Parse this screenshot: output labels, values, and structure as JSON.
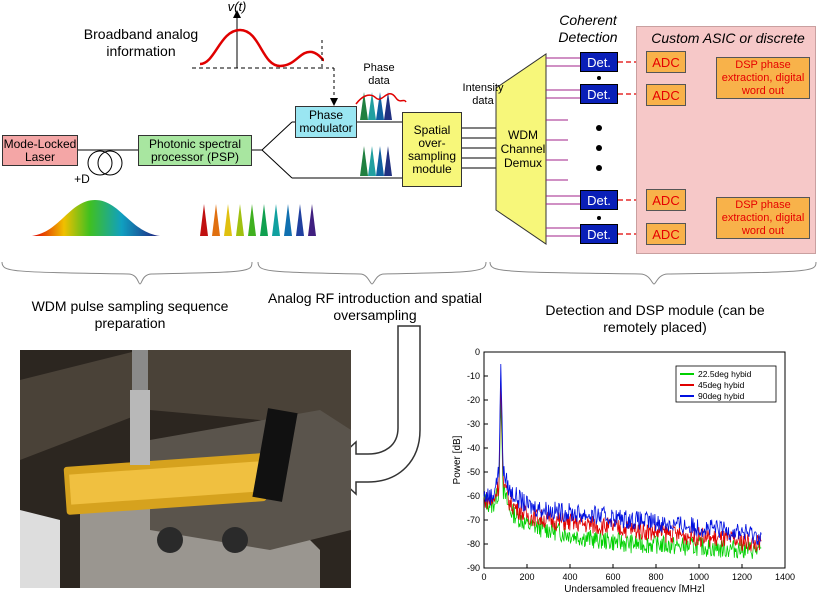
{
  "diagram": {
    "vt_label": "v(t)",
    "broadband_label": "Broadband analog information",
    "phase_data_label": "Phase data",
    "intensity_data_label": "Intensity data",
    "mll_label": "Mode-Locked Laser",
    "plus_d_label": "+D",
    "psp_label": "Photonic spectral processor (PSP)",
    "phase_modulator_label": "Phase modulator",
    "sos_label": "Spatial over-sampling module",
    "wdm_label": "WDM Channel Demux",
    "coherent_label": "Coherent Detection",
    "asic_label": "Custom ASIC or discrete",
    "det_label": "Det.",
    "adc_label": "ADC",
    "dsp_label": "DSP phase extraction, digital word out",
    "section1": "WDM pulse sampling sequence preparation",
    "section2": "Analog RF introduction and spatial oversampling",
    "section3": "Detection and DSP module (can be remotely placed)"
  },
  "chart_data": {
    "type": "line",
    "xlabel": "Undersampled frequency [MHz]",
    "ylabel": "Power [dB]",
    "xlim": [
      0,
      1400
    ],
    "ylim": [
      -90,
      0
    ],
    "xticks": [
      0,
      200,
      400,
      600,
      800,
      1000,
      1200,
      1400
    ],
    "yticks": [
      0,
      -10,
      -20,
      -30,
      -40,
      -50,
      -60,
      -70,
      -80,
      -90
    ],
    "legend_position": "top-right",
    "series": [
      {
        "name": "22.5deg hybid",
        "color": "#00d000",
        "values_x": [
          0,
          40,
          70,
          78,
          90,
          120,
          200,
          300,
          400,
          500,
          600,
          700,
          800,
          900,
          1000,
          1100,
          1200,
          1290
        ],
        "values_y": [
          -62,
          -64,
          -58,
          -20,
          -58,
          -66,
          -72,
          -74,
          -76,
          -78,
          -79,
          -80,
          -80,
          -81,
          -81,
          -82,
          -82,
          -83
        ]
      },
      {
        "name": "45deg hybid",
        "color": "#e00000",
        "values_x": [
          0,
          40,
          70,
          78,
          90,
          120,
          200,
          300,
          400,
          500,
          600,
          700,
          800,
          900,
          1000,
          1100,
          1200,
          1290
        ],
        "values_y": [
          -61,
          -63,
          -55,
          -12,
          -55,
          -63,
          -68,
          -70,
          -71,
          -72,
          -73,
          -74,
          -75,
          -76,
          -77,
          -78,
          -79,
          -80
        ]
      },
      {
        "name": "90deg hybid",
        "color": "#0010e0",
        "values_x": [
          0,
          40,
          70,
          78,
          90,
          120,
          200,
          300,
          400,
          500,
          600,
          700,
          800,
          900,
          1000,
          1100,
          1200,
          1290
        ],
        "values_y": [
          -60,
          -60,
          -50,
          -5,
          -50,
          -58,
          -64,
          -66,
          -67,
          -68,
          -69,
          -70,
          -71,
          -72,
          -73,
          -74,
          -75,
          -77
        ]
      }
    ]
  }
}
